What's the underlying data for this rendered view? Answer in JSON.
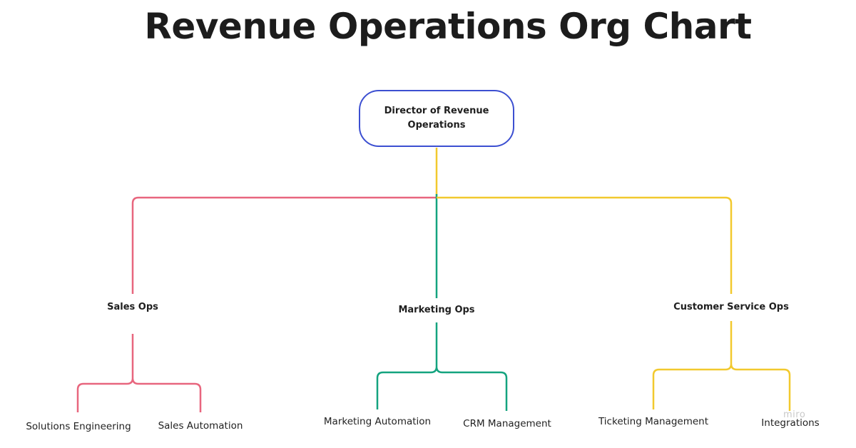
{
  "title": "Revenue Operations Org Chart",
  "root": {
    "label": "Director of Revenue Operations",
    "border_color": "#3c4fd1"
  },
  "departments": [
    {
      "label": "Sales Ops",
      "color": "#e8667e",
      "children": [
        "Solutions Engineering",
        "Sales Automation"
      ]
    },
    {
      "label": "Marketing Ops",
      "color": "#14a37f",
      "children": [
        "Marketing Automation",
        "CRM Management"
      ]
    },
    {
      "label": "Customer Service Ops",
      "color": "#f2c92e",
      "children": [
        "Ticketing Management",
        "Integrations"
      ]
    }
  ],
  "watermark": "miro"
}
